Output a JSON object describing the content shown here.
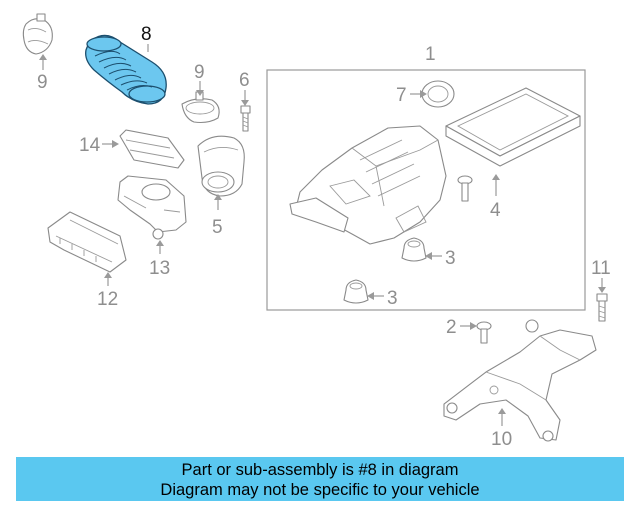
{
  "diagram": {
    "callouts": [
      "8",
      "9",
      "9",
      "6",
      "1",
      "7",
      "14",
      "5",
      "4",
      "13",
      "3",
      "3",
      "12",
      "11",
      "2",
      "10"
    ],
    "highlighted_callout": "8"
  },
  "colors": {
    "highlight_fill": "#6cc7ef",
    "highlight_stroke": "#1c4f6e",
    "banner_background": "#5ac8f0",
    "line_art": "#8a8a8a"
  },
  "banner": {
    "line1": "Part or sub-assembly is #8 in diagram",
    "line2": "Diagram may not be specific to your vehicle"
  }
}
